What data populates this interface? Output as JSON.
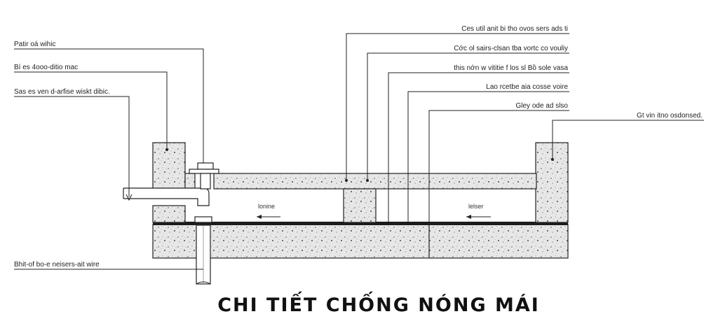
{
  "title": "CHI TIẾT CHỐNG NÓNG MÁI",
  "labels": {
    "left_1": "Patir oá wihic",
    "left_2": "Bí es 4ooo-ditio mac",
    "left_3": "Sas es ven d-arfise wiskt dibic.",
    "left_bottom": "Bhit-of bo-e neisers-ait wire",
    "right_1": "Ces util anit bi tho ovos sers ads ti",
    "right_2": "Cớc ol sairs-clsan tba vortc co vouliy",
    "right_3": "this nớn w vititie f los sl Bồ sole vasa",
    "right_4": "Lao rcetbe aia cosse voire",
    "right_5": "Gley ode ad slso",
    "far_right": "Gt vin itno osdonsed."
  },
  "flow_labels": {
    "left": "lonine",
    "right": "lelser"
  },
  "colors": {
    "line": "#222222",
    "concrete": "#e6e6e6",
    "background": "#ffffff"
  }
}
